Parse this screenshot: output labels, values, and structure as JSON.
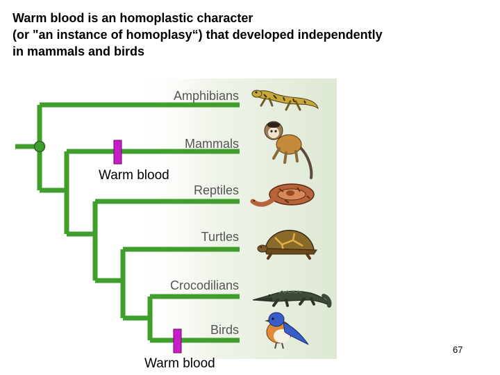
{
  "title_lines": [
    "Warm blood is an homoplastic character",
    "(or \"an instance of homoplasy“) that developed independently",
    "in mammals and birds"
  ],
  "taxa": [
    "Amphibians",
    "Mammals",
    "Reptiles",
    "Turtles",
    "Crocodilians",
    "Birds"
  ],
  "annotations": {
    "warm_blood_mammals": "Warm blood",
    "warm_blood_birds": "Warm blood"
  },
  "slide_number": "67",
  "colors": {
    "branch": "#3f9e2c",
    "marker": "#c81ec8",
    "root_node": "#3f9e2c",
    "panel": "#e8efe0"
  },
  "icons": {
    "Amphibians": "salamander-icon",
    "Mammals": "monkey-icon",
    "Reptiles": "snake-icon",
    "Turtles": "turtle-icon",
    "Crocodilians": "crocodile-icon",
    "Birds": "bird-icon"
  }
}
